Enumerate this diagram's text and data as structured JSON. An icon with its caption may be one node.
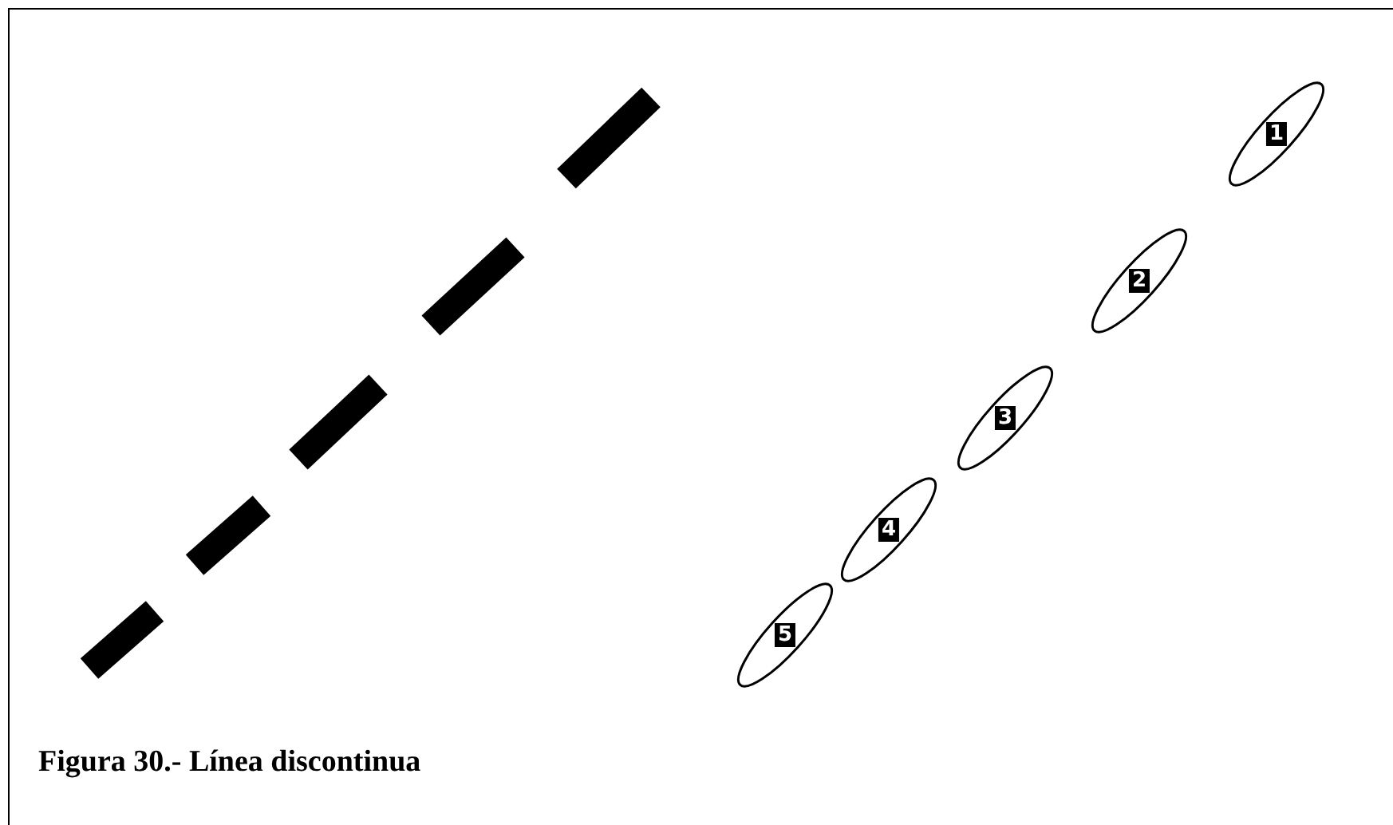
{
  "diagram": {
    "caption": "Figura 30.- Línea discontinua",
    "nodes": [
      {
        "text": [
          "1"
        ]
      },
      {
        "text": [
          "2"
        ]
      },
      {
        "text": [
          "3"
        ]
      },
      {
        "text": [
          "4"
        ]
      },
      {
        "text": [
          "5"
        ]
      }
    ]
  }
}
